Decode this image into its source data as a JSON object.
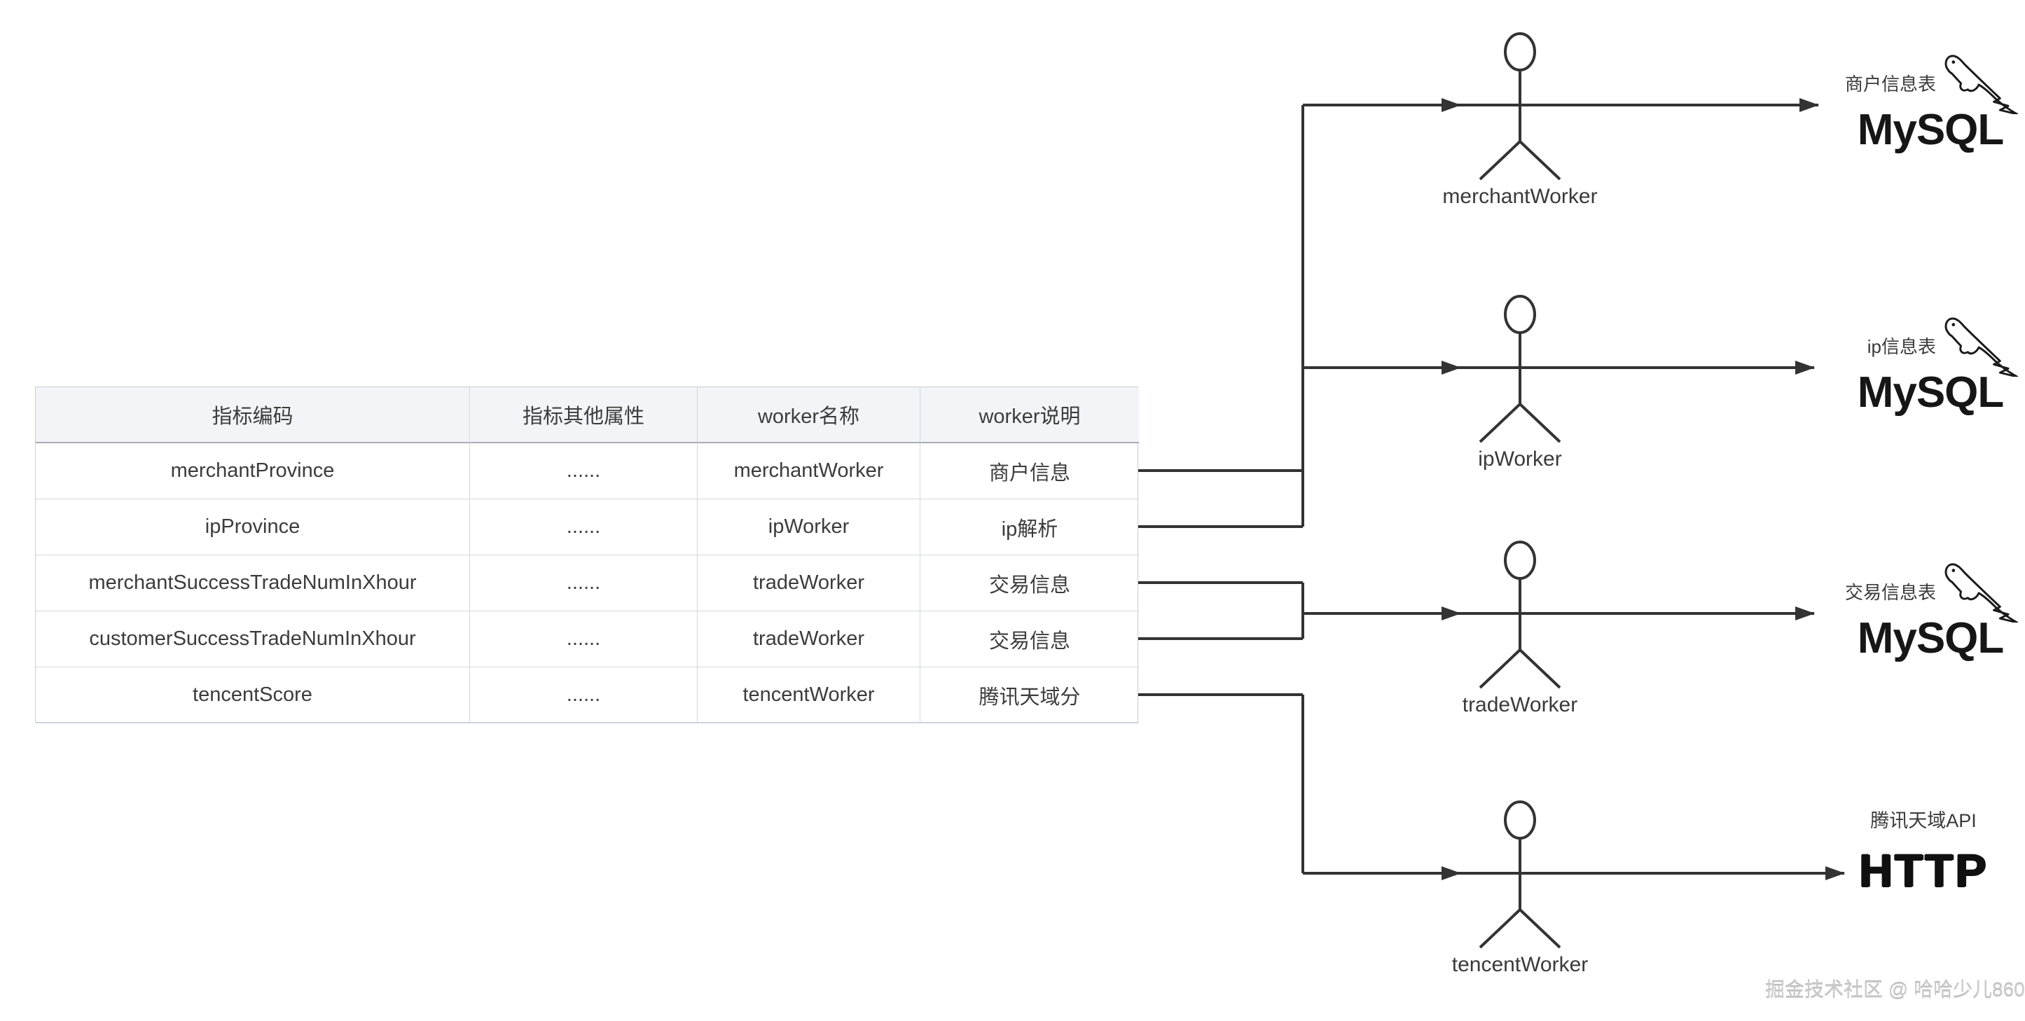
{
  "table": {
    "headers": [
      "指标编码",
      "指标其他属性",
      "worker名称",
      "worker说明"
    ],
    "rows": [
      [
        "merchantProvince",
        "......",
        "merchantWorker",
        "商户信息"
      ],
      [
        "ipProvince",
        "......",
        "ipWorker",
        "ip解析"
      ],
      [
        "merchantSuccessTradeNumInXhour",
        "......",
        "tradeWorker",
        "交易信息"
      ],
      [
        "customerSuccessTradeNumInXhour",
        "......",
        "tradeWorker",
        "交易信息"
      ],
      [
        "tencentScore",
        "......",
        "tencentWorker",
        "腾讯天域分"
      ]
    ]
  },
  "workers": [
    {
      "name": "merchantWorker",
      "target_label": "商户信息表",
      "target_type": "MySQL"
    },
    {
      "name": "ipWorker",
      "target_label": "ip信息表",
      "target_type": "MySQL"
    },
    {
      "name": "tradeWorker",
      "target_label": "交易信息表",
      "target_type": "MySQL"
    },
    {
      "name": "tencentWorker",
      "target_label": "腾讯天域API",
      "target_type": "HTTP"
    }
  ],
  "watermark": "掘金技术社区 @ 哈哈少儿860",
  "colors": {
    "line": "#333333",
    "table_border": "#d5d7e2",
    "alt_row_bg": "#f3f5f9",
    "text": "#3c3c3c",
    "watermark": "#cbcbcb"
  }
}
